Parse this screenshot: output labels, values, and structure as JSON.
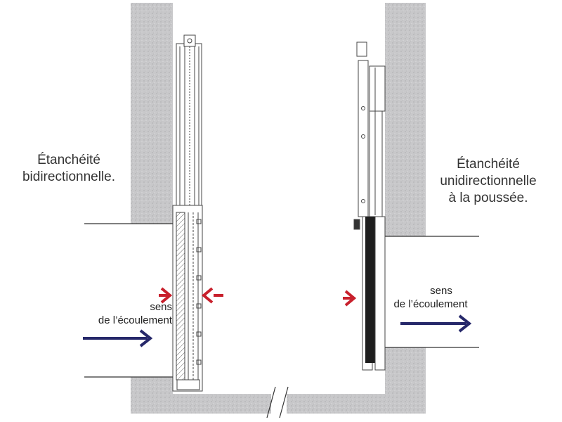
{
  "left_label": {
    "line1": "Étanchéité",
    "line2": "bidirectionnelle."
  },
  "right_label": {
    "line1": "Étanchéité",
    "line2": "unidirectionnelle",
    "line3": "à la poussée."
  },
  "flow_left": {
    "line1": "sens",
    "line2": "de l’écoulement"
  },
  "flow_right": {
    "line1": "sens",
    "line2": "de l’écoulement"
  },
  "colors": {
    "concrete": "#c9c9cb",
    "seal_arrow": "#c8202c",
    "flow_arrow": "#26286a",
    "seal_strip": "#1e1e1e"
  }
}
